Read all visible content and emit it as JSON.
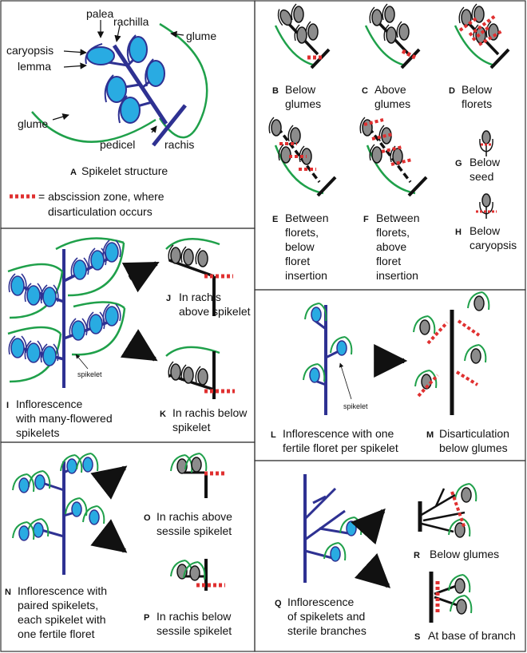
{
  "colors": {
    "axis": "#2e3192",
    "floret": "#29abe2",
    "glume": "#1fa04a",
    "dark": "#111111",
    "grey": "#8c8c8c",
    "abscission": "#e03030"
  },
  "panel_a": {
    "letter": "A",
    "title": "Spikelet structure",
    "labels": {
      "palea": "palea",
      "rachilla": "rachilla",
      "glume_top": "glume",
      "caryopsis": "caryopsis",
      "lemma": "lemma",
      "glume_bottom": "glume",
      "pedicel": "pedicel",
      "rachis": "rachis"
    },
    "legend": [
      "= abscission zone, where",
      "disarticulation occurs"
    ]
  },
  "panel_b": {
    "letter": "B",
    "lines": [
      "Below",
      "glumes"
    ]
  },
  "panel_c": {
    "letter": "C",
    "lines": [
      "Above",
      "glumes"
    ]
  },
  "panel_d": {
    "letter": "D",
    "lines": [
      "Below",
      "florets"
    ]
  },
  "panel_e": {
    "letter": "E",
    "lines": [
      "Between",
      "florets,",
      "below",
      "floret",
      "insertion"
    ]
  },
  "panel_f": {
    "letter": "F",
    "lines": [
      "Between",
      "florets,",
      "above",
      "floret",
      "insertion"
    ]
  },
  "panel_g": {
    "letter": "G",
    "lines": [
      "Below",
      "seed"
    ]
  },
  "panel_h": {
    "letter": "H",
    "lines": [
      "Below",
      "caryopsis"
    ]
  },
  "panel_i": {
    "letter": "I",
    "lines": [
      "Inflorescence",
      "with many-flowered",
      "spikelets"
    ],
    "pointer": "spikelet"
  },
  "panel_j": {
    "letter": "J",
    "lines": [
      "In rachis",
      "above spikelet"
    ]
  },
  "panel_k": {
    "letter": "K",
    "lines": [
      "In rachis below",
      "spikelet"
    ]
  },
  "panel_l": {
    "letter": "L",
    "lines": [
      "Inflorescence with one",
      "fertile floret per spikelet"
    ],
    "pointer": "spikelet"
  },
  "panel_m": {
    "letter": "M",
    "lines": [
      "Disarticulation",
      "below glumes"
    ]
  },
  "panel_n": {
    "letter": "N",
    "lines": [
      "Inflorescence with",
      "paired spikelets,",
      "each spikelet with",
      "one fertile floret"
    ]
  },
  "panel_o": {
    "letter": "O",
    "lines": [
      "In rachis above",
      "sessile spikelet"
    ]
  },
  "panel_p": {
    "letter": "P",
    "lines": [
      "In rachis below",
      "sessile spikelet"
    ]
  },
  "panel_q": {
    "letter": "Q",
    "lines": [
      "Inflorescence",
      "of spikelets and",
      "sterile branches"
    ]
  },
  "panel_r": {
    "letter": "R",
    "lines": [
      "Below glumes"
    ]
  },
  "panel_s": {
    "letter": "S",
    "lines": [
      "At base of branch"
    ]
  }
}
